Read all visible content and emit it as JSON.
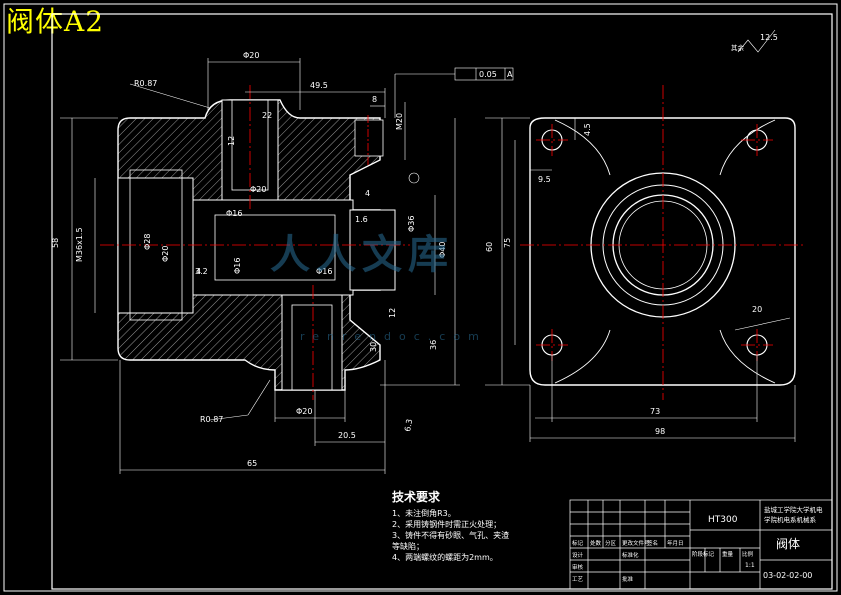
{
  "title": "阀体A2",
  "colors": {
    "outline": "#ffffff",
    "hatch": "#ffffff",
    "centerline": "#ff0000",
    "dimension": "#ffffff",
    "title": "#ffff00",
    "watermark": "#2a6e96"
  },
  "dimensions": {
    "d1": "Φ20",
    "d2": "R0.87",
    "d3": "49.5",
    "d4": "0.05",
    "d5": "A",
    "d6": "M20",
    "d7": "8",
    "d8": "Φ20",
    "d9": "Φ16",
    "d10": "Φ16",
    "d11": "M36x1.5",
    "d12": "58",
    "d13": "Φ28",
    "d14": "Φ20",
    "d15": "3.2",
    "d16": "Φ16",
    "d17": "Φ36",
    "d18": "4",
    "d19": "12",
    "d20": "Φ40",
    "d21": "R0.87",
    "d22": "Φ20",
    "d23": "20.5",
    "d24": "6.3",
    "d25": "65",
    "d26": "30",
    "d27": "60",
    "d28": "75",
    "d29": "98",
    "d30": "4.5",
    "d31": "9.5",
    "d32": "73",
    "d33": "20",
    "d34": "12.5",
    "d35": "其余",
    "d36": "12",
    "d37": "4",
    "d38": "36",
    "d39": "22",
    "d40": "1.6"
  },
  "notes": {
    "heading": "技术要求",
    "lines": [
      "1、未注倒角R3。",
      "2、采用铸钢件时需正火处理；",
      "3、铸件不得有砂眼、气孔、夹渣",
      "等缺陷；",
      "4、两端螺纹的螺距为2mm。"
    ]
  },
  "titleblock": {
    "material": "HT300",
    "school": "盐城工学院大学机电",
    "dept": "学院机电系机械系",
    "part": "阀体",
    "code": "03-02-02-00",
    "scale": "1:1",
    "r1": "标记",
    "r2": "处数",
    "r3": "分区",
    "r4": "更改文件号",
    "r5": "签名",
    "r6": "年月日",
    "r7": "设计",
    "r8": "审核",
    "r9": "工艺",
    "r10": "标准化",
    "r11": "批准",
    "r12": "阶段标记",
    "r13": "重量",
    "r14": "比例"
  },
  "watermark": {
    "text": "人人文库",
    "url": "renrendoc.com"
  }
}
